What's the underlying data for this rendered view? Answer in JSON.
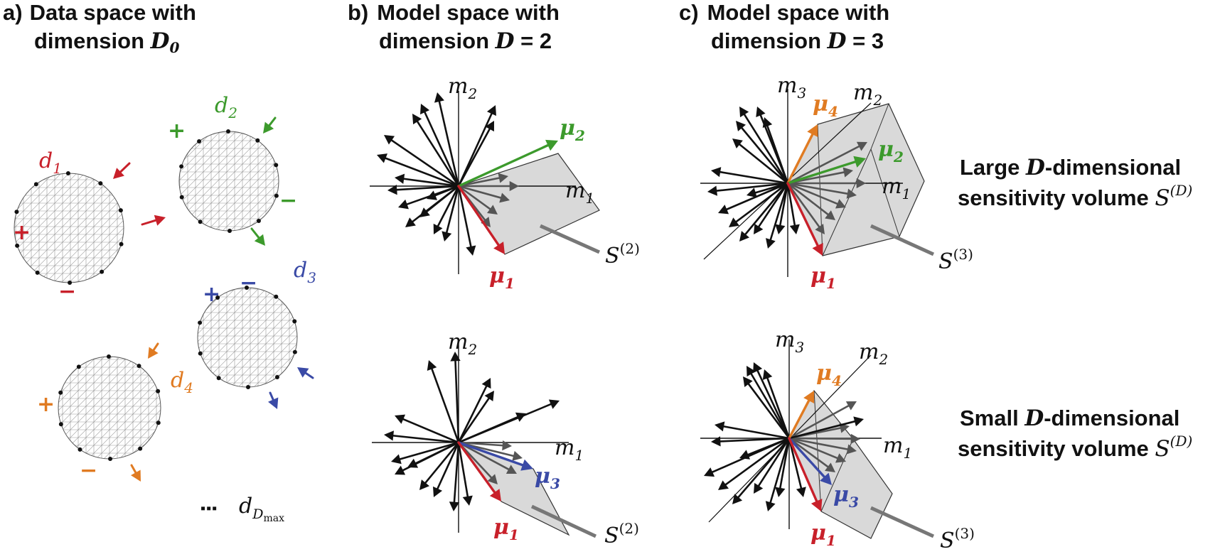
{
  "panels": {
    "a": {
      "label": "a)",
      "line1": "Data space with",
      "line2": "dimension ",
      "dim": "D",
      "dim_sub": "0"
    },
    "b": {
      "label": "b)",
      "line1": "Model space with",
      "line2": "dimension ",
      "dim": "D",
      "eq": " = 2"
    },
    "c": {
      "label": "c)",
      "line1": "Model space with",
      "line2": "dimension ",
      "dim": "D",
      "eq": " = 3"
    }
  },
  "data_space": {
    "domains": [
      {
        "name": "d",
        "sub": "1",
        "color": "#c8202a"
      },
      {
        "name": "d",
        "sub": "2",
        "color": "#3c9a2c"
      },
      {
        "name": "d",
        "sub": "3",
        "color": "#3a4aa6"
      },
      {
        "name": "d",
        "sub": "4",
        "color": "#e07b22"
      }
    ],
    "plus": "+",
    "minus": "−",
    "dmax_dots": "▪▪▪",
    "dmax_label": "d",
    "dmax_sub": "D",
    "dmax_subsub": "max"
  },
  "axes": {
    "m1": {
      "name": "m",
      "sub": "1"
    },
    "m2": {
      "name": "m",
      "sub": "2"
    },
    "m3": {
      "name": "m",
      "sub": "3"
    }
  },
  "vectors": {
    "mu1": {
      "name": "μ",
      "sub": "1",
      "color": "#c8202a"
    },
    "mu2": {
      "name": "μ",
      "sub": "2",
      "color": "#3c9a2c"
    },
    "mu3": {
      "name": "μ",
      "sub": "3",
      "color": "#3a4aa6"
    },
    "mu4": {
      "name": "μ",
      "sub": "4",
      "color": "#e07b22"
    }
  },
  "volume_labels": {
    "s2": {
      "name": "S",
      "sup": "(2)"
    },
    "s3": {
      "name": "S",
      "sup": "(3)"
    }
  },
  "side_labels": {
    "large_line1_pre": "Large ",
    "large_line1_post": "-dimensional",
    "small_line1_pre": "Small ",
    "small_line1_post": "-dimensional",
    "line2": "sensitivity volume ",
    "dim": "D",
    "vol": "S",
    "vol_sup": "(D)"
  },
  "colors": {
    "red": "#c8202a",
    "green": "#3c9a2c",
    "blue": "#3a4aa6",
    "orange": "#e07b22",
    "vector": "#111111",
    "vector_grey": "#555555",
    "volume_fill": "#d9d9d9",
    "pointer": "#777777"
  }
}
